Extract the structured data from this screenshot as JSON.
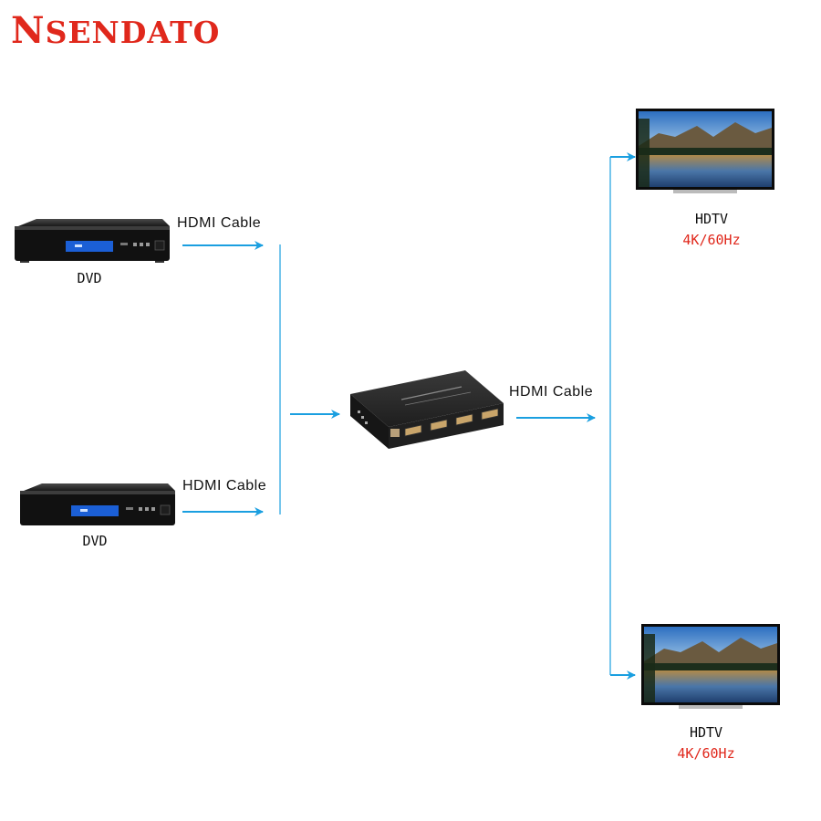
{
  "brand": {
    "first": "N",
    "rest": "SENDATO"
  },
  "labels": {
    "cable_top": "HDMI Cable",
    "cable_bottom": "HDMI Cable",
    "cable_out": "HDMI Cable",
    "dvd_top": "DVD",
    "dvd_bottom": "DVD",
    "tv_top": "HDTV",
    "tv_top_res": "4K/60Hz",
    "tv_bottom": "HDTV",
    "tv_bottom_res": "4K/60Hz"
  },
  "colors": {
    "brand": "#e0281c",
    "arrow": "#1a9fe0",
    "resolution": "#e0281c"
  }
}
